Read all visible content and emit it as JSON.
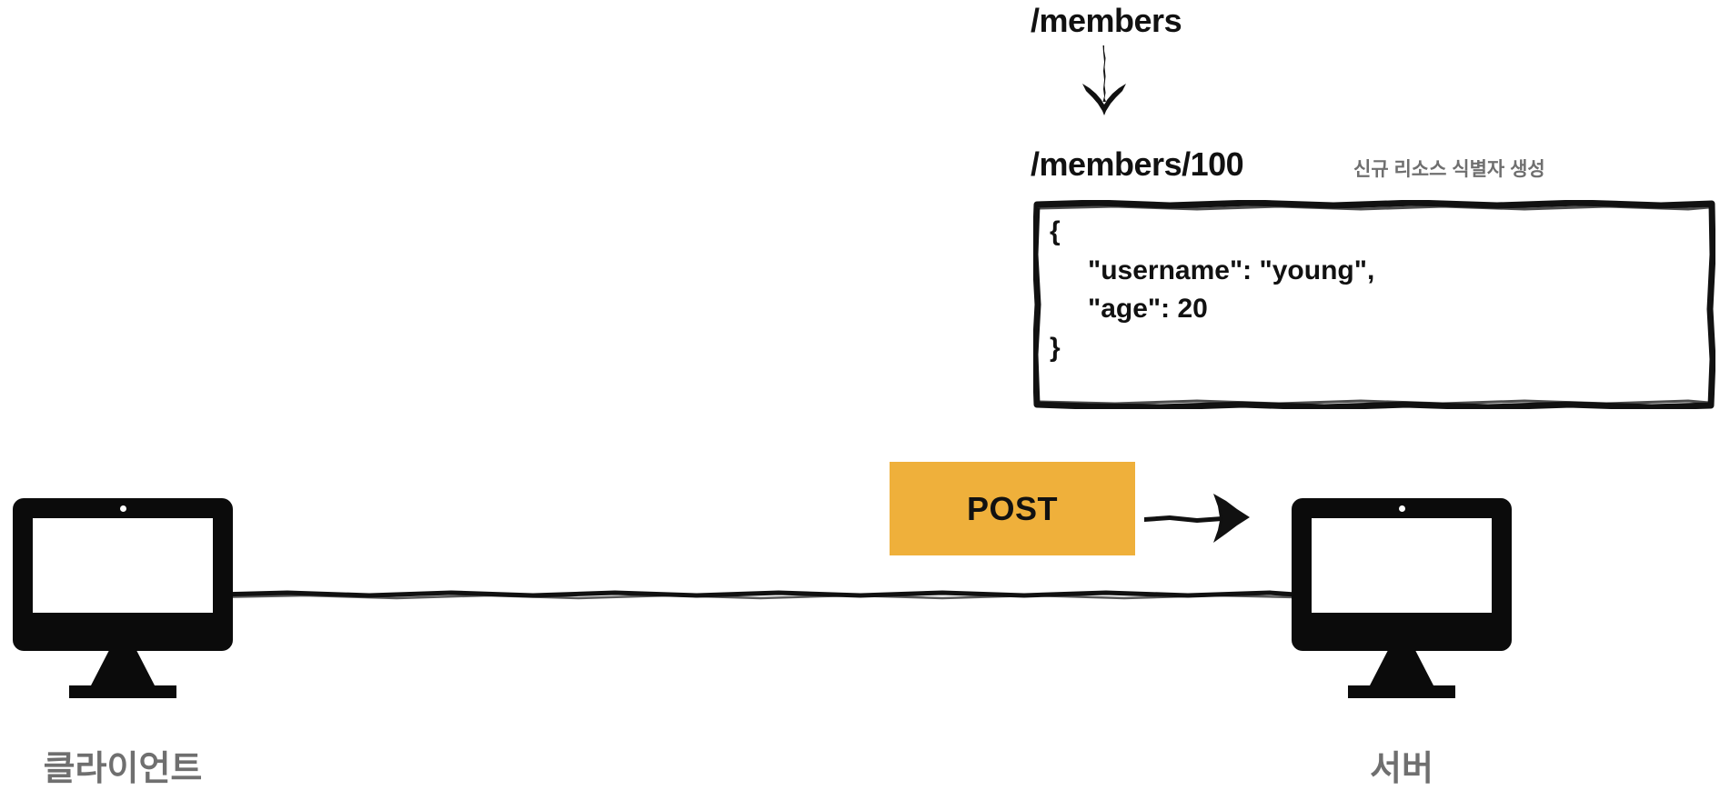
{
  "diagram": {
    "title": "REST API POST request diagram",
    "colors": {
      "accent": "#efb03b",
      "ink": "#111111",
      "muted": "#6f6f6f",
      "background": "#ffffff"
    }
  },
  "endpoints": {
    "base_path": "/members",
    "created_path": "/members/100",
    "annotation": "신규 리소스 식별자 생성"
  },
  "request_body": {
    "open_brace": "{",
    "line_username": "\"username\": \"young\",",
    "line_age": "\"age\": 20",
    "close_brace": "}"
  },
  "method": {
    "label": "POST"
  },
  "nodes": {
    "client_label": "클라이언트",
    "server_label": "서버"
  },
  "icons": {
    "down_arrow": "arrow-down-icon",
    "right_arrow": "arrow-right-icon",
    "connection": "connection-line-icon"
  }
}
